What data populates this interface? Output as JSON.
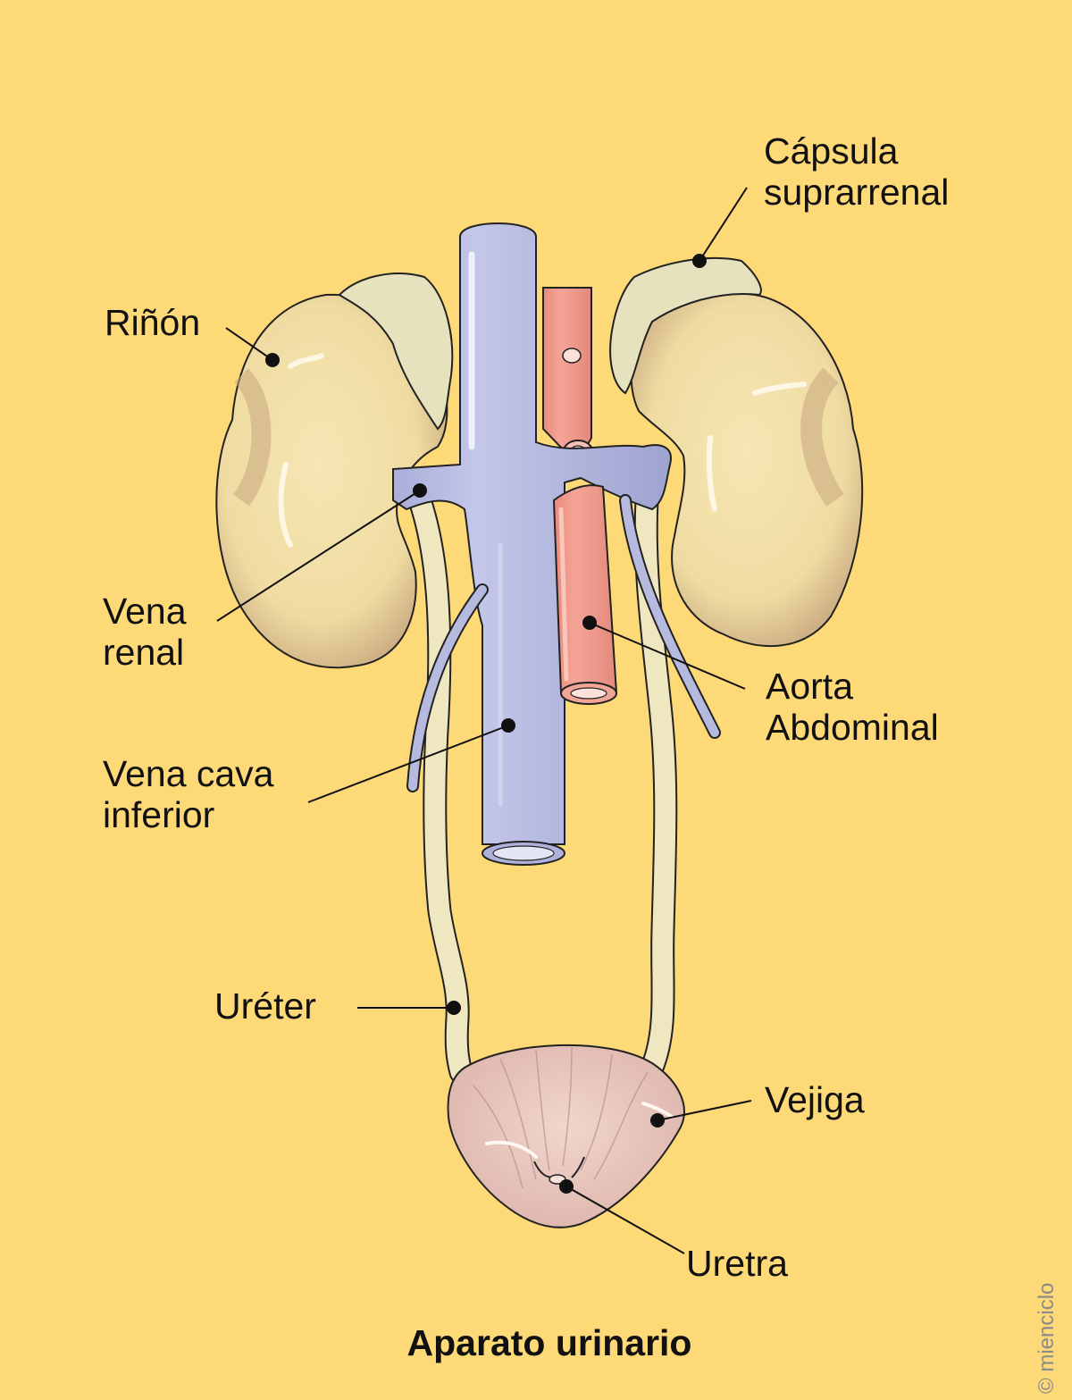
{
  "title": "Aparato urinario",
  "credit": "© mienciclo",
  "colors": {
    "background": "#fdd977",
    "kidney": "#f3dfa6",
    "adrenal": "#e6e2bd",
    "vena_cava": "#b7badf",
    "aorta": "#ee9587",
    "ureter": "#efe7c0",
    "bladder": "#ecc9bd"
  },
  "labels": {
    "rinon": "Riñón",
    "capsula": [
      "Cápsula",
      "suprarrenal"
    ],
    "vena_renal": [
      "Vena",
      "renal"
    ],
    "aorta": [
      "Aorta",
      "Abdominal"
    ],
    "vena_cava": [
      "Vena cava",
      "inferior"
    ],
    "ureter": "Uréter",
    "vejiga": "Vejiga",
    "uretra": "Uretra"
  }
}
